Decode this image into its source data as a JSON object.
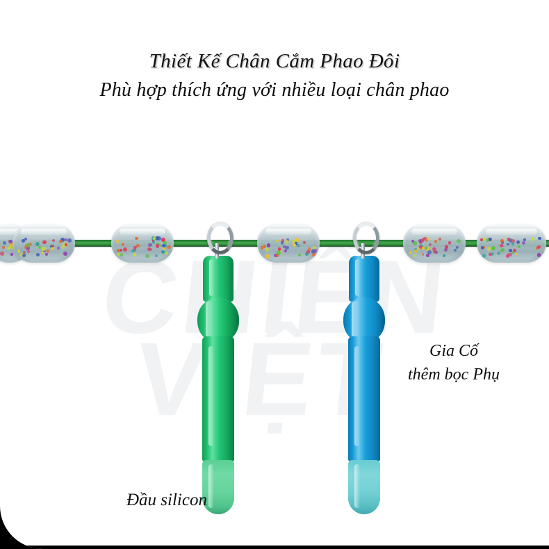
{
  "card": {
    "background_color": "#ffffff",
    "frame_color": "#000000"
  },
  "watermark": {
    "line_1": "CHIẾN",
    "line_2": "VIỆT",
    "color": "#f1f2f3"
  },
  "headings": {
    "title": "Thiết Kế Chân Cắm Phao Đôi",
    "subtitle": "Phù hợp thích ứng với nhiều loại chân phao"
  },
  "annotations": {
    "right_label_line_1": "Gia Cố",
    "right_label_line_2": "thêm bọc Phụ",
    "bottom_label": "Đầu silicon"
  },
  "fishing_line": {
    "color": "#2f8c3c",
    "highlight_color": "#46aa4e",
    "shadow_color": "#16511f"
  },
  "bobber_stops": [
    {
      "name": "stop-0",
      "class": "stop-0"
    },
    {
      "name": "stop-1",
      "class": "stop-1"
    },
    {
      "name": "stop-2",
      "class": "stop-2"
    },
    {
      "name": "stop-3",
      "class": "stop-3"
    },
    {
      "name": "stop-4",
      "class": "stop-4"
    },
    {
      "name": "stop-5",
      "class": "stop-5"
    }
  ],
  "stop_colors": {
    "body": "#a8bcc2",
    "gloss": "#ffffff",
    "speckle_palette": [
      "#e0324b",
      "#c9da2e",
      "#f2c21c",
      "#3a57b5",
      "#8d3fb0",
      "#2fa3a0",
      "#e06a25",
      "#53c23a",
      "#d4456f"
    ]
  },
  "float_seats": [
    {
      "name": "green-float-seat",
      "color": "#1fbd6c",
      "tip_color": "#71d9a5",
      "eyelet_color": "#c3ccd1"
    },
    {
      "name": "blue-float-seat",
      "color": "#159ad6",
      "tip_color": "#81d7da",
      "eyelet_color": "#c3ccd1"
    }
  ]
}
